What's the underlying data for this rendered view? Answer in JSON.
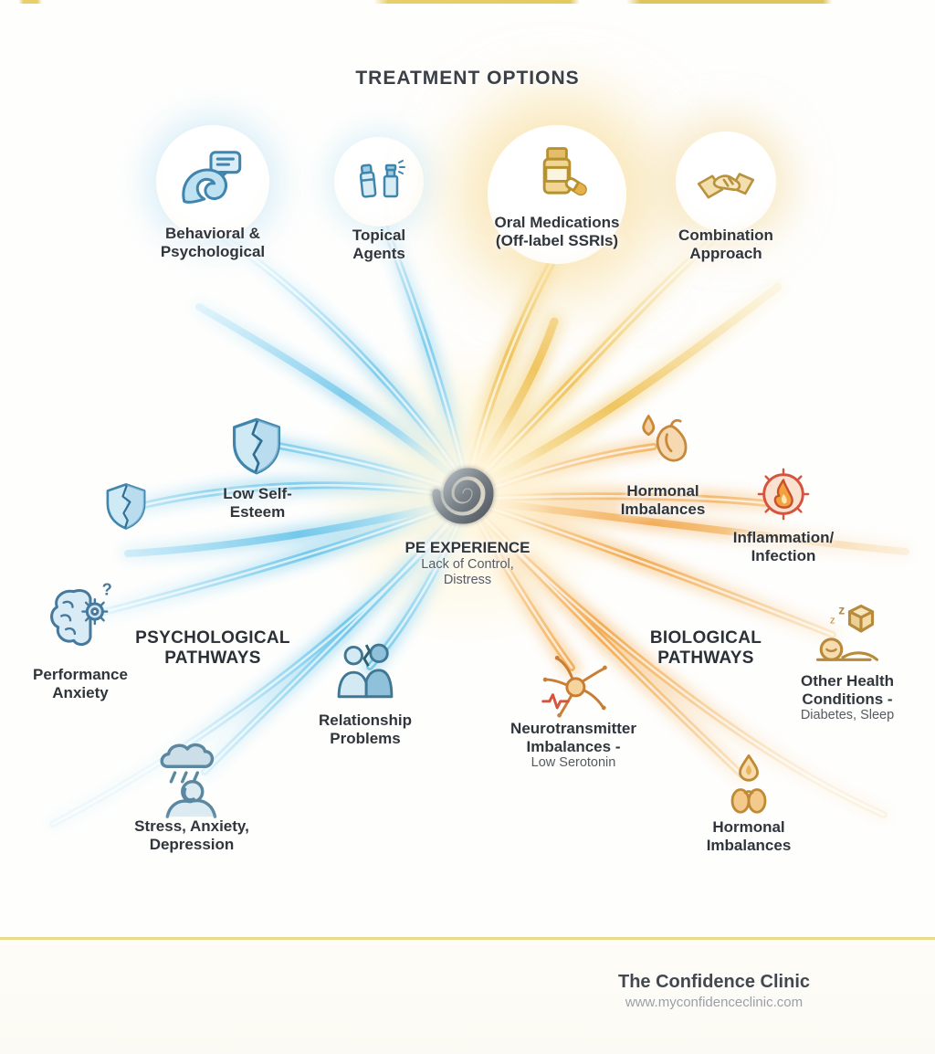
{
  "title": "TREATMENT OPTIONS",
  "treatments": [
    {
      "icon": "wave-speech-icon",
      "line1": "Behavioral &",
      "line2": "Psychological"
    },
    {
      "icon": "topical-tube-spray-icon",
      "line1": "Topical",
      "line2": "Agents"
    },
    {
      "icon": "pill-bottle-capsule-icon",
      "line1": "Oral Medications",
      "line2": "(Off-label SSRIs)"
    },
    {
      "icon": "handshake-icon",
      "line1": "Combination",
      "line2": "Approach"
    }
  ],
  "center": {
    "icon": "spiral-vortex-icon",
    "title": "PE EXPERIENCE",
    "sub1": "Lack of Control,",
    "sub2": "Distress"
  },
  "psychological": {
    "heading1": "PSYCHOLOGICAL",
    "heading2": "PATHWAYS",
    "low_self_esteem": {
      "icon": "broken-shield-icon",
      "line1": "Low Self-",
      "line2": "Esteem"
    },
    "performance_anxiety": {
      "icon": "anxious-brain-icon",
      "line1": "Performance",
      "line2": "Anxiety"
    },
    "relationship_problems": {
      "icon": "couple-conflict-icon",
      "line1": "Relationship",
      "line2": "Problems"
    },
    "stress": {
      "icon": "rain-cloud-person-icon",
      "line1": "Stress, Anxiety,",
      "line2": "Depression"
    }
  },
  "biological": {
    "heading1": "BIOLOGICAL",
    "heading2": "PATHWAYS",
    "hormonal_top": {
      "icon": "gland-droplet-icon",
      "line1": "Hormonal",
      "line2": "Imbalances"
    },
    "inflammation": {
      "icon": "flame-circle-icon",
      "line1": "Inflammation/",
      "line2": "Infection"
    },
    "other_health": {
      "icon": "sleeping-person-icon",
      "line1": "Other Health",
      "line2": "Conditions -",
      "line3": "Diabetes, Sleep"
    },
    "neurotransmitter": {
      "icon": "neuron-icon",
      "line1": "Neurotransmitter",
      "line2": "Imbalances -",
      "line3": "Low Serotonin"
    },
    "hormonal_bottom": {
      "icon": "droplet-thyroid-icon",
      "line1": "Hormonal",
      "line2": "Imbalances"
    }
  },
  "glyphs": {
    "question_mark": "?",
    "z_small": "z",
    "z_big": "z"
  },
  "footer": {
    "brand": "The Confidence Clinic",
    "url": "www.myconfidenceclinic.com"
  },
  "colors": {
    "blue_branch": "#6ec6ea",
    "gold_branch": "#f0c35a",
    "orange_branch": "#f2a94e",
    "accent_line": "#e8d06e",
    "divider": "#e8d982",
    "text_dark": "#2f353b",
    "text_muted": "#565b61",
    "inflammation_red": "#d4543e"
  }
}
